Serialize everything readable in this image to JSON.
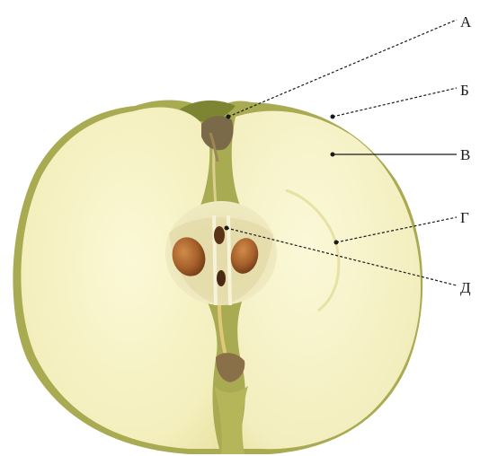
{
  "figure": {
    "subject": "apple-cross-section",
    "colors": {
      "background": "#ffffff",
      "flesh": "#f4f0c0",
      "skin": "#8f9a44",
      "core": "#e9e3b4",
      "seed": "#a35a22",
      "leader": "#1a1a1a"
    }
  },
  "labels": [
    {
      "id": "A",
      "text": "А",
      "style": "dashed"
    },
    {
      "id": "B",
      "text": "Б",
      "style": "dashed"
    },
    {
      "id": "V",
      "text": "В",
      "style": "solid"
    },
    {
      "id": "G",
      "text": "Г",
      "style": "dashed"
    },
    {
      "id": "D",
      "text": "Д",
      "style": "dashed"
    }
  ]
}
